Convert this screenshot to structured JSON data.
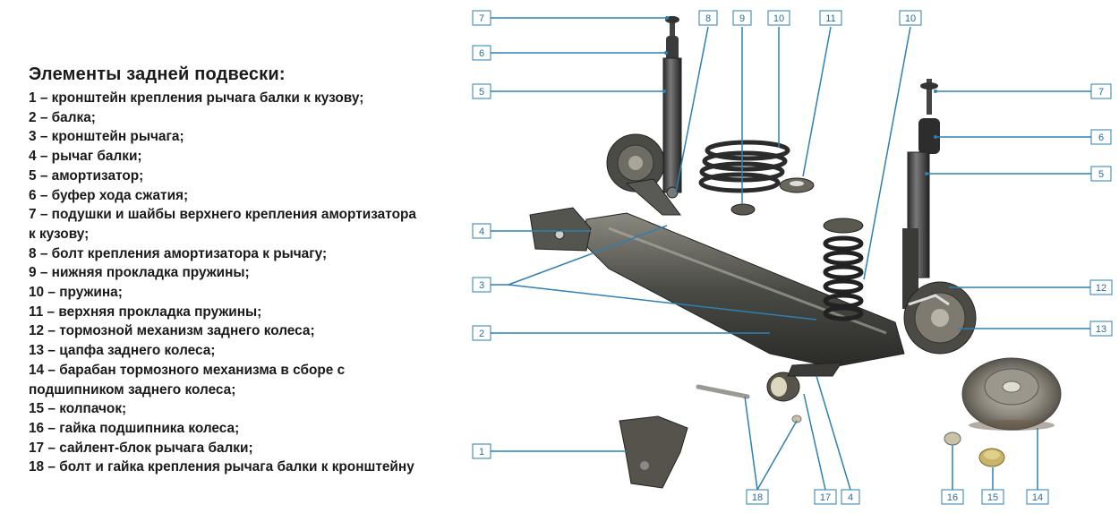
{
  "legend": {
    "title": "Элементы задней подвески:",
    "items": [
      "1 – кронштейн крепления рычага балки к кузову;",
      "2 – балка;",
      "3 – кронштейн рычага;",
      "4 – рычаг балки;",
      "5 – амортизатор;",
      "6 – буфер хода сжатия;",
      "7 – подушки и шайбы верхнего крепления амортизатора",
      "к кузову;",
      "8 – болт крепления амортизатора к рычагу;",
      "9 – нижняя прокладка пружины;",
      "10 – пружина;",
      "11 – верхняя прокладка пружины;",
      "12 – тормозной механизм заднего колеса;",
      "13 – цапфа заднего колеса;",
      "14 – барабан тормозного механизма в сборе с",
      "подшипником заднего колеса;",
      "15 – колпачок;",
      "16 – гайка подшипника колеса;",
      "17 – сайлент-блок рычага балки;",
      "18 – болт и гайка крепления рычага балки к кронштейну"
    ]
  },
  "callouts": {
    "c7l": "7",
    "c6l": "6",
    "c5l": "5",
    "c8": "8",
    "c9": "9",
    "c10a": "10",
    "c11": "11",
    "c10b": "10",
    "c7r": "7",
    "c6r": "6",
    "c5r": "5",
    "c4l": "4",
    "c3": "3",
    "c12": "12",
    "c2": "2",
    "c13": "13",
    "c1": "1",
    "c18": "18",
    "c17": "17",
    "c4b": "4",
    "c16": "16",
    "c15": "15",
    "c14": "14"
  }
}
